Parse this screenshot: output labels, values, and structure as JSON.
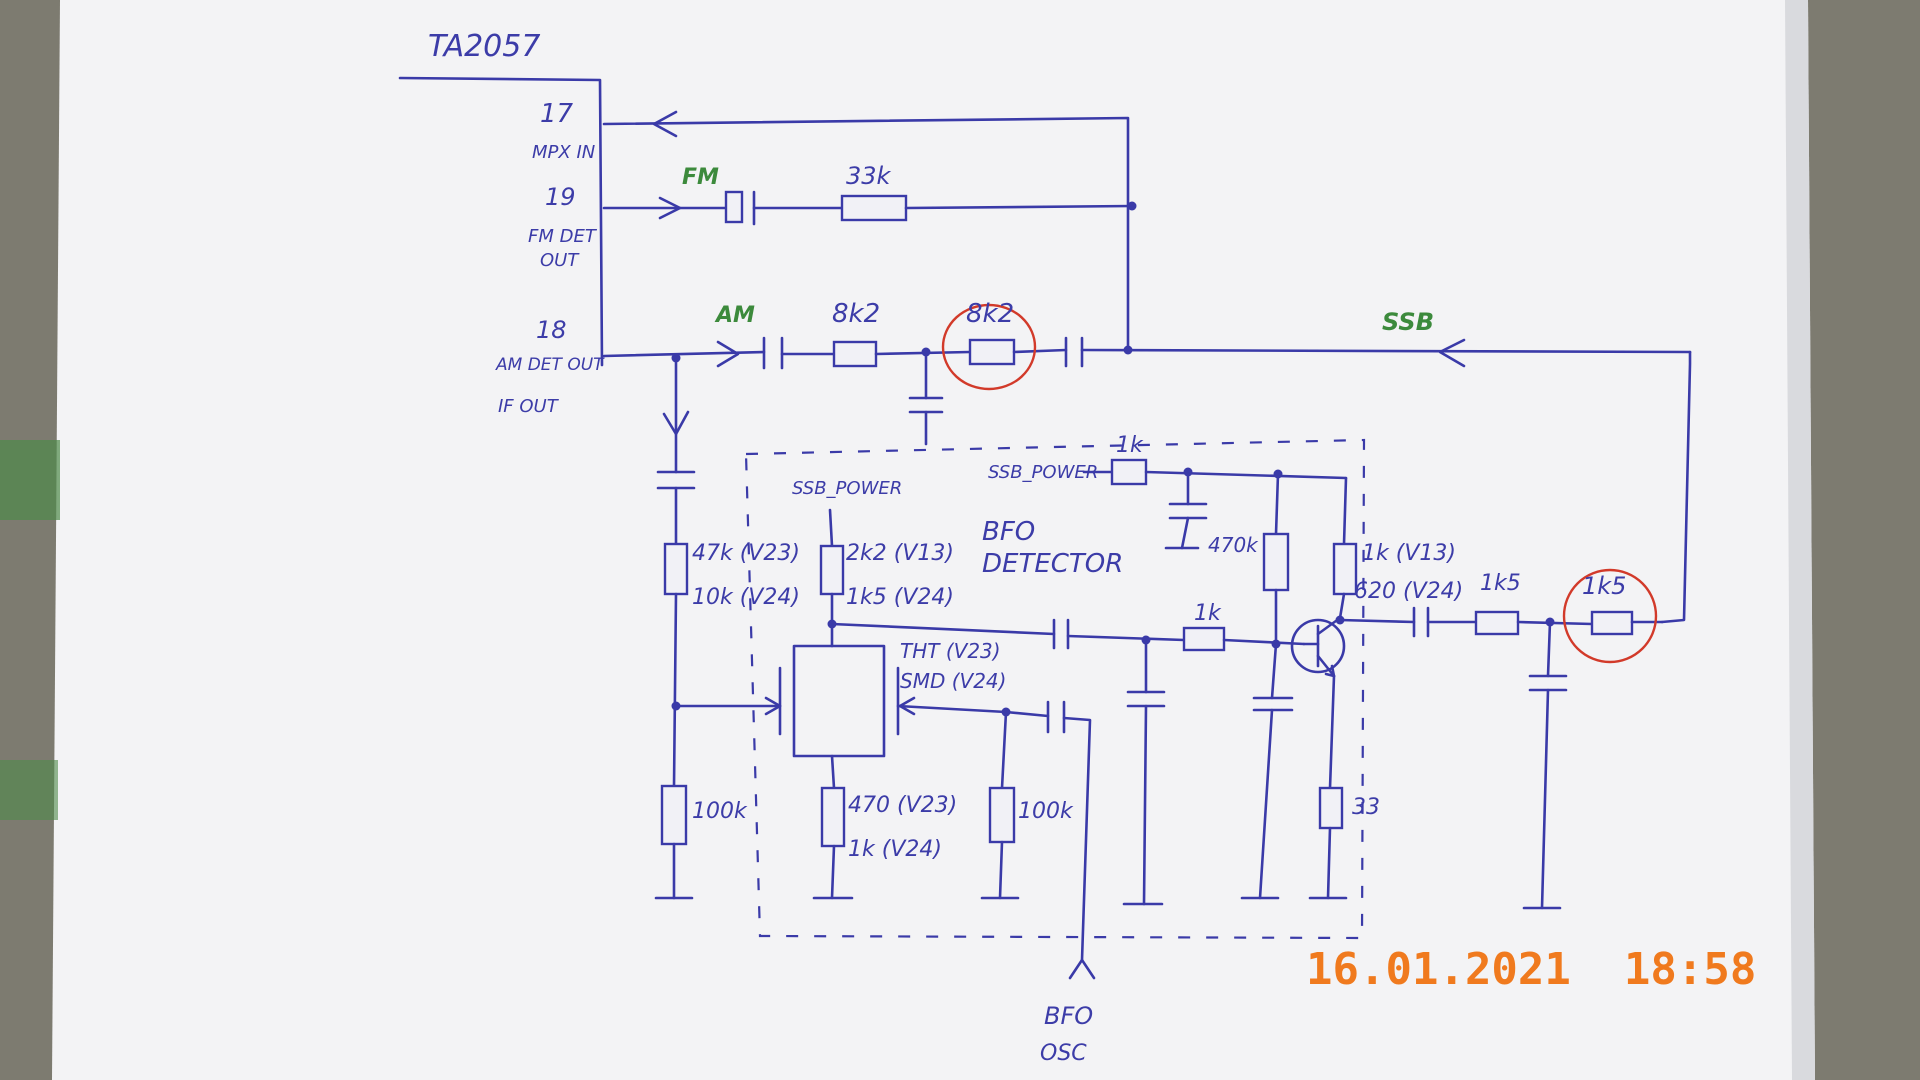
{
  "chip": {
    "name": "TA2057"
  },
  "pins": {
    "p17": {
      "num": "17",
      "name": "MPX IN"
    },
    "p19": {
      "num": "19",
      "name1": "FM DET",
      "name2": "OUT"
    },
    "p18": {
      "num": "18",
      "name1": "AM DET OUT",
      "name2": "IF OUT"
    }
  },
  "branch_labels": {
    "fm": "FM",
    "am": "AM",
    "ssb": "SSB"
  },
  "components": {
    "r_fm": "33k",
    "r_am1": "8k2",
    "r_am2": "8k2",
    "r_ssb_power": "1k",
    "r_470k": "470k",
    "r_in1": "47k (V23)",
    "r_in2": "10k (V24)",
    "r_sw1": "2k2 (V13)",
    "r_sw2": "1k5 (V24)",
    "fet1": "THT (V23)",
    "fet2": "SMD (V24)",
    "r_1k_mid": "1k",
    "r_tr1": "1k (V13)",
    "r_tr2": "620 (V24)",
    "r_1k5a": "1k5",
    "r_1k5b": "1k5",
    "r_100k_a": "100k",
    "r_src1": "470 (V23)",
    "r_src2": "1k (V24)",
    "r_100k_b": "100k",
    "r_33": "33"
  },
  "labels": {
    "ssb_power_left": "SSB_POWER",
    "ssb_power_right": "SSB_POWER",
    "block_title1": "BFO",
    "block_title2": "DETECTOR",
    "bfo_osc1": "BFO",
    "bfo_osc2": "OSC"
  },
  "timestamp": "16.01.2021  18:58"
}
